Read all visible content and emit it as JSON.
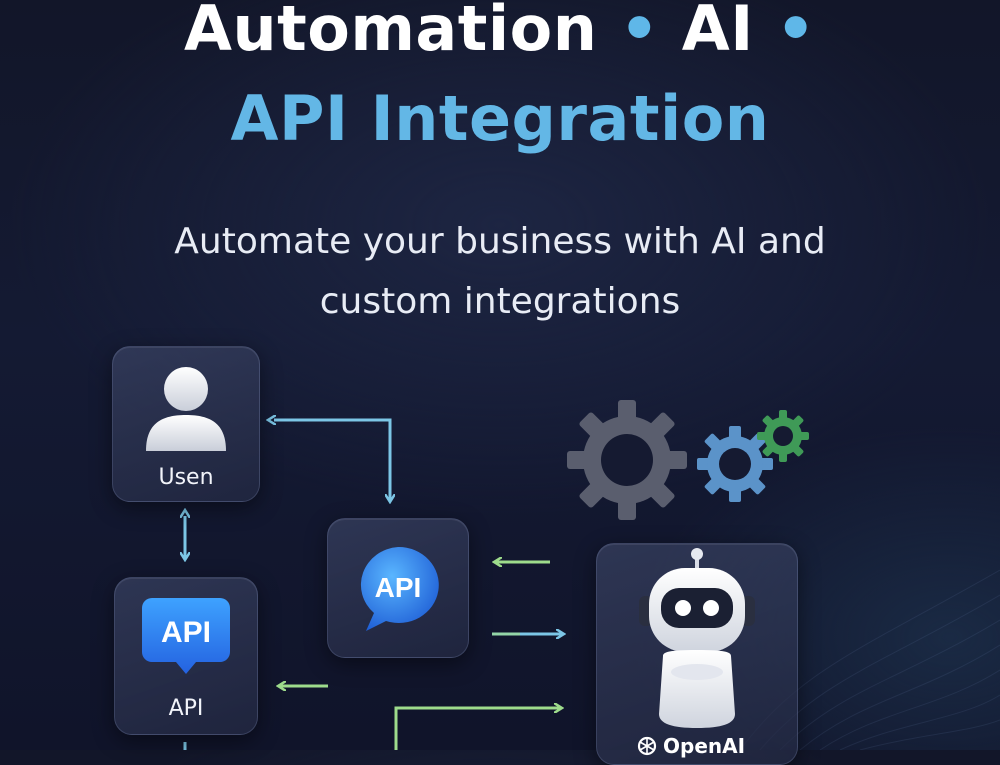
{
  "header": {
    "title_part1": "Automation",
    "separator": "•",
    "title_part2": "AI",
    "title_line2": "API Integration",
    "subtitle_line1": "Automate your business with AI and",
    "subtitle_line2": "custom integrations"
  },
  "nodes": {
    "user": {
      "label": "Usen",
      "icon": "user-icon"
    },
    "api_left": {
      "label": "API",
      "badge": "API",
      "icon": "api-chat-icon"
    },
    "api_mid": {
      "badge": "API",
      "icon": "api-chat-icon"
    },
    "robot": {
      "label": "OpenAI",
      "icon": "robot-icon"
    }
  },
  "colors": {
    "accent_blue": "#63b7e6",
    "arrow_blue": "#7cc6e6",
    "arrow_green": "#9edc8c",
    "gear_gray": "#5a5e6e",
    "gear_blue": "#5b93c9",
    "gear_green": "#3f9a57"
  }
}
